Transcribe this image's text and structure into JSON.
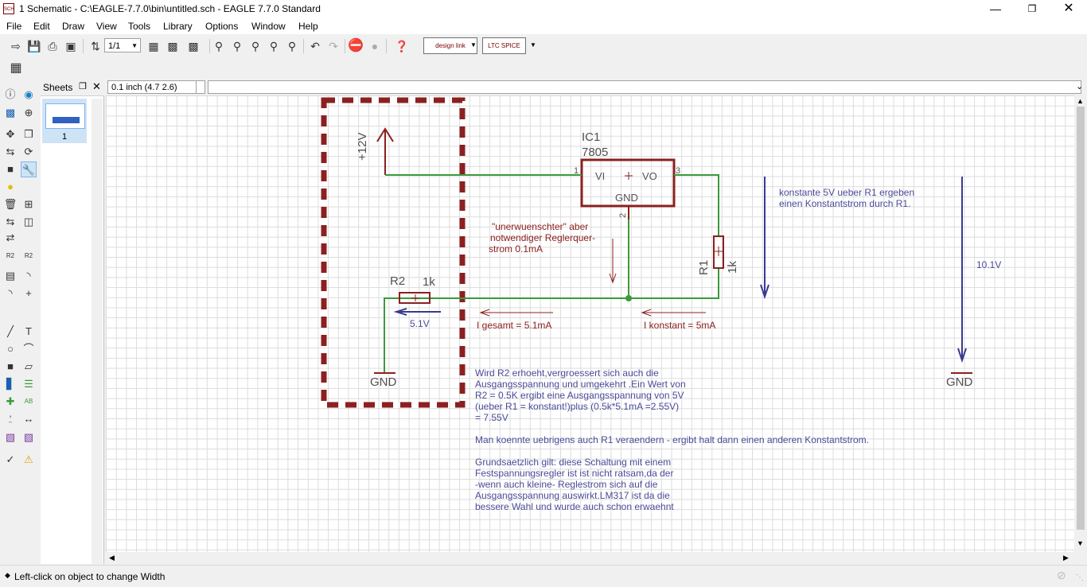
{
  "window": {
    "title": "1 Schematic - C:\\EAGLE-7.7.0\\bin\\untitled.sch - EAGLE 7.7.0 Standard",
    "minimize_icon": "minimize-icon",
    "maximize_icon": "restore-icon",
    "close_icon": "close-icon"
  },
  "menu": [
    "File",
    "Edit",
    "Draw",
    "View",
    "Tools",
    "Library",
    "Options",
    "Window",
    "Help"
  ],
  "toolbar": {
    "zoom_select": "1/1",
    "designlink_label": "design link",
    "ltspice_label": "LTC SPICE"
  },
  "sheets": {
    "header": "Sheets",
    "sheet_number": "1"
  },
  "coordinates": "0.1 inch (4.7 2.6)",
  "command_value": "",
  "schematic": {
    "ic_name": "IC1",
    "ic_value": "7805",
    "ic_pin_vi": "VI",
    "ic_pin_vo": "VO",
    "ic_pin_gnd": "GND",
    "ic_pin1": "1",
    "ic_pin2": "2",
    "ic_pin3": "3",
    "supply_label": "+12V",
    "r1_name": "R1",
    "r1_value": "1k",
    "r2_name": "R2",
    "r2_value": "1k",
    "gnd_left": "GND",
    "gnd_right": "GND",
    "v_out_label": "5.1V",
    "v_right_label": "10.1V",
    "note_quiescent": [
      "\"unerwuenschter\" aber",
      "notwendiger Reglerquer-",
      "strom 0.1mA"
    ],
    "note_igesamt": "I gesamt = 5.1mA",
    "note_ikonstant": "I konstant = 5mA",
    "note_constant": [
      "konstante 5V ueber R1 ergeben",
      "einen Konstantstrom durch R1."
    ],
    "note_main": [
      "Wird R2 erhoeht,vergroessert sich auch die",
      "Ausgangsspannung und umgekehrt .Ein Wert von",
      "R2 = 0.5K ergibt eine Ausgangsspannung von 5V",
      "(ueber R1 = konstant!)plus (0.5k*5.1mA =2.55V)",
      "= 7.55V"
    ],
    "note_alt": "Man koennte uebrigens auch R1 veraendern - ergibt halt dann einen anderen Konstantstrom.",
    "note_final": [
      "Grundsaetzlich gilt: diese Schaltung mit einem",
      "Festspannungsregler  ist ist nicht ratsam,da der",
      "-wenn auch kleine- Reglestrom sich auf die",
      "Ausgangsspannung auswirkt.LM317 ist da die",
      "bessere Wahl und wurde auch schon erwaehnt"
    ]
  },
  "status": "Left-click on object to change Width",
  "colors": {
    "net": "#3c9a3c",
    "part": "#8b2020",
    "text": "#4a4a9a",
    "frame": "#8b2020"
  }
}
